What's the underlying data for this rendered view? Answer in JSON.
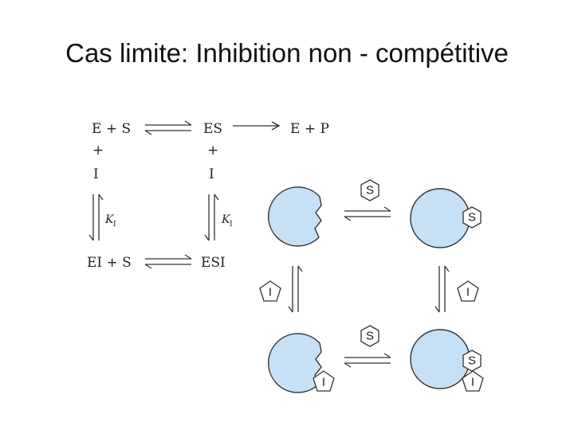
{
  "title": "Cas limite: Inhibition non - compétitive",
  "scheme": {
    "e_plus_s": "E + S",
    "es": "ES",
    "e_plus_p": "E + P",
    "plus": "+",
    "inhibitor": "I",
    "ei_plus_s": "EI + S",
    "esi": "ESI",
    "k_symbol": "K",
    "k_subscript": "I"
  },
  "cartoon": {
    "substrate_label": "S",
    "inhibitor_label": "I",
    "enzyme_color": "#c6e0f5"
  }
}
